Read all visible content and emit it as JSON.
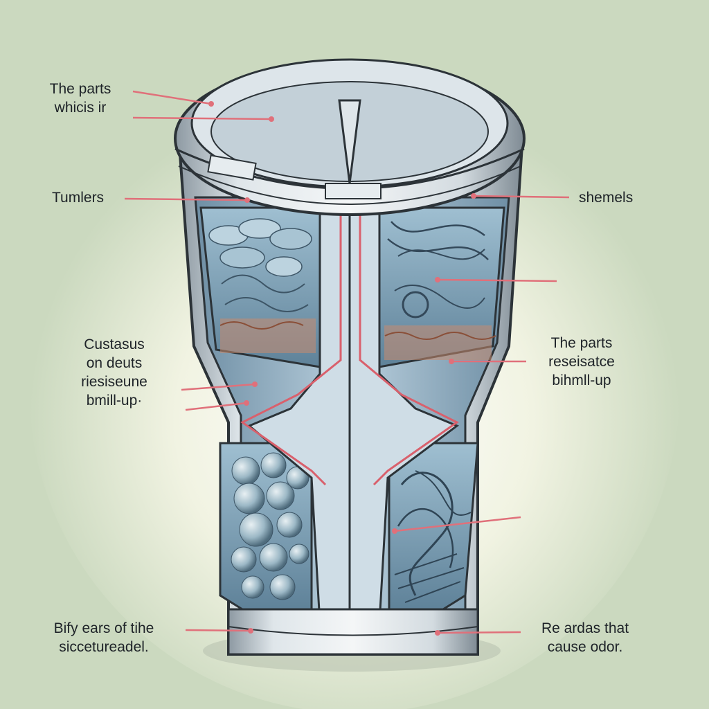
{
  "colors": {
    "background": "#cbd9bf",
    "glow": "#f3f5e6",
    "leader": "#e0707a",
    "glass": "#a9c3d6",
    "steel": "#c9d3d8",
    "rock": "#8fb3c4",
    "residue": "#c98a6e"
  },
  "labels": {
    "top_left": [
      "The parts",
      "whicis ir"
    ],
    "tumblers": "Tumlers",
    "shemels": "shemels",
    "mid_left": [
      "Custasus",
      "on deuts",
      "riesiseune",
      "bmill-up·"
    ],
    "mid_right": [
      "The parts",
      "reseisatce",
      "bihmll-up"
    ],
    "bottom_left": [
      "Bify ears of tihe",
      "siccetureadel."
    ],
    "bottom_right": [
      "Re ardas that",
      "cause odor."
    ]
  }
}
